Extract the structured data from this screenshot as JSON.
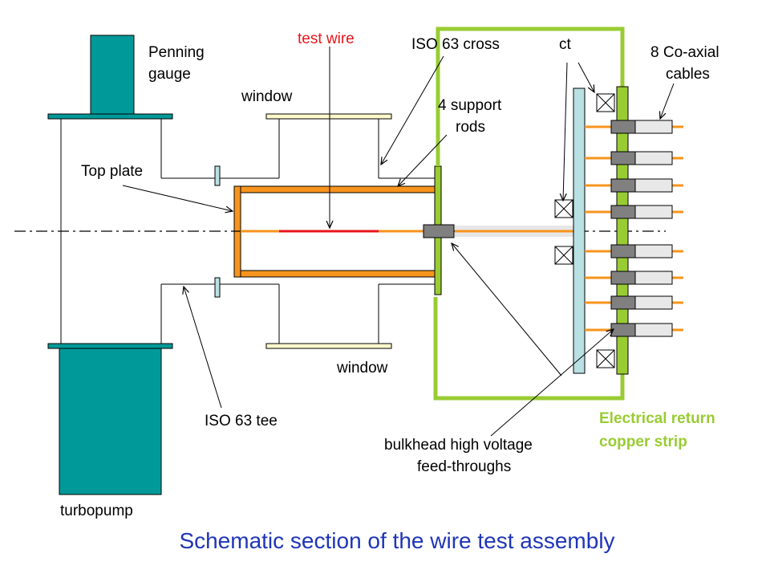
{
  "labels": {
    "test_wire": "test wire",
    "iso63_cross": "ISO 63 cross",
    "ct": "ct",
    "coax_1": "8 Co-axial",
    "coax_2": "cables",
    "penning_1": "Penning",
    "penning_2": "gauge",
    "window_top": "window",
    "support_1": "4 support",
    "support_2": "rods",
    "top_plate": "Top plate",
    "window_bottom": "window",
    "iso63_tee": "ISO 63 tee",
    "elec_return_1": "Electrical return",
    "elec_return_2": "copper strip",
    "bulkhead_1": "bulkhead high voltage",
    "bulkhead_2": "feed-throughs",
    "turbopump": "turbopump"
  },
  "caption": "Schematic section of the wire test assembly",
  "colors": {
    "teal": "#009999",
    "orange": "#f7941d",
    "green": "#99cc33",
    "red": "#e8151b",
    "light_cyan": "#b9e0e3",
    "window_yellow": "#fffbcc",
    "gray": "#808080",
    "caption_blue": "#1f35b8"
  }
}
